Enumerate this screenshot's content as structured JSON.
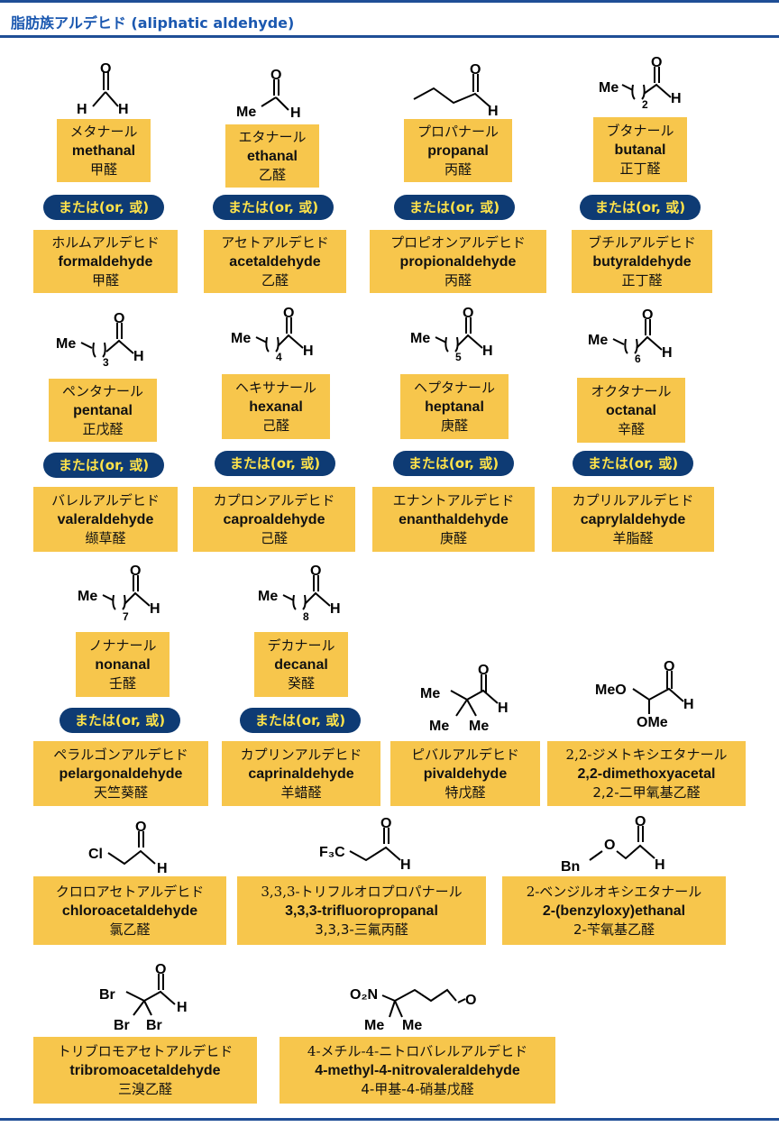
{
  "header": {
    "title": "脂肪族アルデヒド (aliphatic aldehyde)"
  },
  "or_label": "または(or, 或)",
  "atoms": {
    "H": "H",
    "O": "O",
    "Me": "Me",
    "Cl": "Cl",
    "F3C": "F₃C",
    "Bn": "Bn",
    "Br": "Br",
    "O2N": "O₂N",
    "MeO": "MeO",
    "OMe": "OMe",
    "n2": "2",
    "n3": "3",
    "n4": "4",
    "n5": "5",
    "n6": "6",
    "n7": "7",
    "n8": "8"
  },
  "compounds": [
    {
      "ja": "メタナール",
      "en": "methanal",
      "zh": "甲醛",
      "alt_ja": "ホルムアルデヒド",
      "alt_en": "formaldehyde",
      "alt_zh": "甲醛"
    },
    {
      "ja": "エタナール",
      "en": "ethanal",
      "zh": "乙醛",
      "alt_ja": "アセトアルデヒド",
      "alt_en": "acetaldehyde",
      "alt_zh": "乙醛"
    },
    {
      "ja": "プロパナール",
      "en": "propanal",
      "zh": "丙醛",
      "alt_ja": "プロピオンアルデヒド",
      "alt_en": "propionaldehyde",
      "alt_zh": "丙醛"
    },
    {
      "ja": "ブタナール",
      "en": "butanal",
      "zh": "正丁醛",
      "alt_ja": "ブチルアルデヒド",
      "alt_en": "butyraldehyde",
      "alt_zh": "正丁醛"
    },
    {
      "ja": "ペンタナール",
      "en": "pentanal",
      "zh": "正戊醛",
      "alt_ja": "バレルアルデヒド",
      "alt_en": "valeraldehyde",
      "alt_zh": "缬草醛"
    },
    {
      "ja": "ヘキサナール",
      "en": "hexanal",
      "zh": "己醛",
      "alt_ja": "カプロンアルデヒド",
      "alt_en": "caproaldehyde",
      "alt_zh": "己醛"
    },
    {
      "ja": "ヘプタナール",
      "en": "heptanal",
      "zh": "庚醛",
      "alt_ja": "エナントアルデヒド",
      "alt_en": "enanthaldehyde",
      "alt_zh": "庚醛"
    },
    {
      "ja": "オクタナール",
      "en": "octanal",
      "zh": "辛醛",
      "alt_ja": "カプリルアルデヒド",
      "alt_en": "caprylaldehyde",
      "alt_zh": "羊脂醛"
    },
    {
      "ja": "ノナナール",
      "en": "nonanal",
      "zh": "壬醛",
      "alt_ja": "ペラルゴンアルデヒド",
      "alt_en": "pelargonaldehyde",
      "alt_zh": "天竺葵醛"
    },
    {
      "ja": "デカナール",
      "en": "decanal",
      "zh": "癸醛",
      "alt_ja": "カプリンアルデヒド",
      "alt_en": "caprinaldehyde",
      "alt_zh": "羊蜡醛"
    },
    {
      "ja": "ピバルアルデヒド",
      "en": "pivaldehyde",
      "zh": "特戊醛"
    },
    {
      "ja": "2,2-ジメトキシエタナール",
      "en": "2,2-dimethoxyacetal",
      "zh": "2,2-二甲氧基乙醛"
    },
    {
      "ja": "クロロアセトアルデヒド",
      "en": "chloroacetaldehyde",
      "zh": "氯乙醛"
    },
    {
      "ja": "3,3,3-トリフルオロプロパナール",
      "en": "3,3,3-trifluoropropanal",
      "zh": "3,3,3-三氟丙醛"
    },
    {
      "ja": "2-ベンジルオキシエタナール",
      "en": "2-(benzyloxy)ethanal",
      "zh": "2-苄氧基乙醛"
    },
    {
      "ja": "トリブロモアセトアルデヒド",
      "en": "tribromoacetaldehyde",
      "zh": "三溴乙醛"
    },
    {
      "ja": "4-メチル-4-ニトロバレルアルデヒド",
      "en": "4-methyl-4-nitrovaleraldehyde",
      "zh": "4-甲基-4-硝基戊醛"
    }
  ]
}
